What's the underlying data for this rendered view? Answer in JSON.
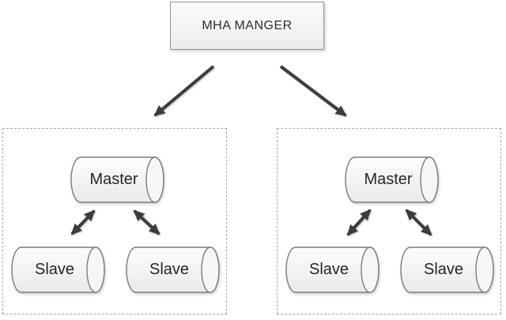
{
  "manager": {
    "label": "MHA MANGER"
  },
  "clusters": [
    {
      "master": {
        "label": "Master"
      },
      "slaves": [
        {
          "label": "Slave"
        },
        {
          "label": "Slave"
        }
      ]
    },
    {
      "master": {
        "label": "Master"
      },
      "slaves": [
        {
          "label": "Slave"
        },
        {
          "label": "Slave"
        }
      ]
    }
  ],
  "connections": [
    {
      "from": "mha-manager",
      "to": "cluster-1",
      "style": "single-arrow"
    },
    {
      "from": "mha-manager",
      "to": "cluster-2",
      "style": "single-arrow"
    },
    {
      "from": "cluster-1-master",
      "to": "cluster-1-slave-1",
      "style": "double-arrow"
    },
    {
      "from": "cluster-1-master",
      "to": "cluster-1-slave-2",
      "style": "double-arrow"
    },
    {
      "from": "cluster-2-master",
      "to": "cluster-2-slave-1",
      "style": "double-arrow"
    },
    {
      "from": "cluster-2-master",
      "to": "cluster-2-slave-2",
      "style": "double-arrow"
    }
  ],
  "colors": {
    "background": "#ffffff",
    "arrow": "#3d3d3d",
    "node_border": "#7d7d7d",
    "manager_border": "#949494",
    "cluster_dashed_border": "#a8a8a8",
    "text": "#262626",
    "node_fill_top": "#fdfdfd",
    "node_fill_bottom": "#e9e9e9"
  }
}
